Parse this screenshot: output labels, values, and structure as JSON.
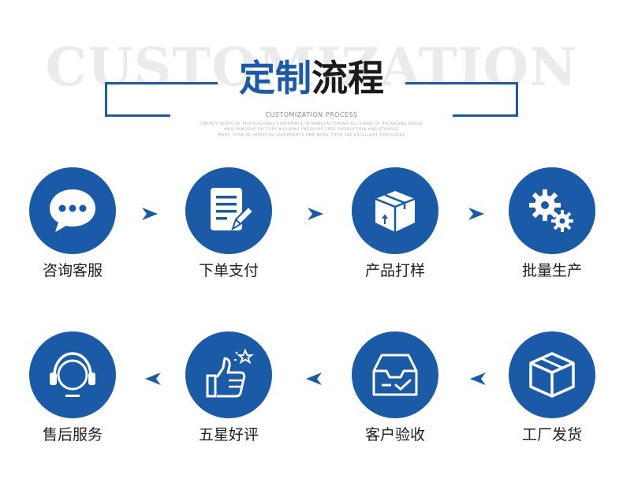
{
  "header": {
    "watermark": "CUSTOMIZATION",
    "title_part1": "定制",
    "title_part2": "流程",
    "subtitle": "CUSTOMIZATION PROCESS",
    "tagline_lines": [
      "TWENTY YEARS OF PROFESSIONAL EXPERIENCE IN MANUFACTURING ALL KINDS OF PACKAGING BOXES",
      "8000 PINGDAO FACTORY BUILDING PRESSURE FREE PRODUCTION AND STORAGE",
      "MORE THAN 30 IMPORTED EQUIPMENTS AND MORE THAN 100 EXCELLENT EMPLOYEES"
    ]
  },
  "steps": [
    {
      "label": "咨询客服",
      "icon": "chat-bubble-icon"
    },
    {
      "label": "下单支付",
      "icon": "order-document-icon"
    },
    {
      "label": "产品打样",
      "icon": "sample-box-icon"
    },
    {
      "label": "批量生产",
      "icon": "gears-icon"
    },
    {
      "label": "售后服务",
      "icon": "headset-icon"
    },
    {
      "label": "五星好评",
      "icon": "thumbs-up-star-icon"
    },
    {
      "label": "客户验收",
      "icon": "inbox-check-icon"
    },
    {
      "label": "工厂发货",
      "icon": "shipping-box-icon"
    }
  ],
  "colors": {
    "accent": "#1a5aa6",
    "text": "#1e1e1e",
    "watermark": "#ebebeb"
  }
}
